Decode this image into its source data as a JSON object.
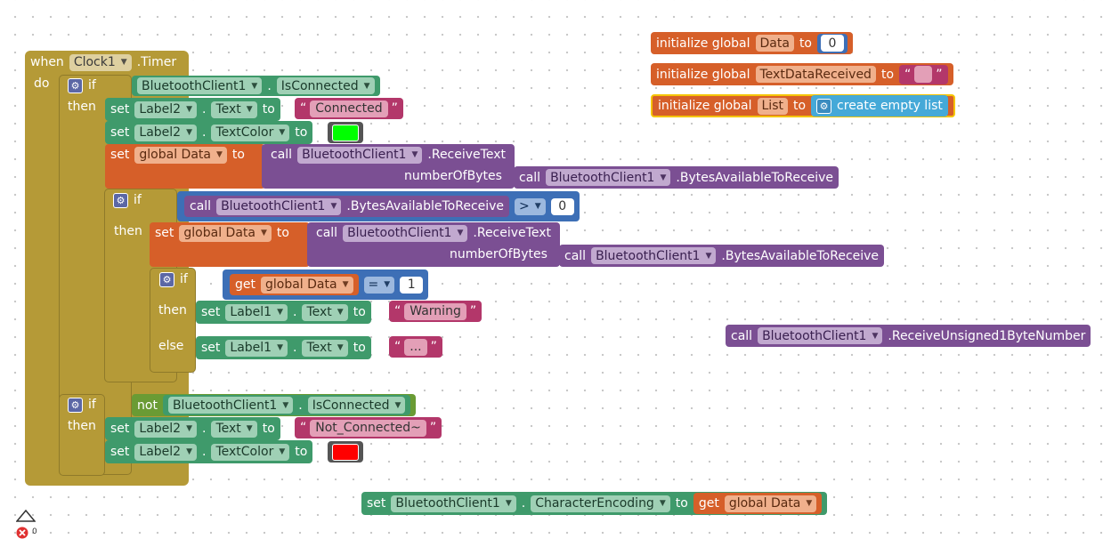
{
  "timer_event": {
    "when": "when",
    "component": "Clock1",
    "event": ".Timer",
    "do": "do"
  },
  "if1": {
    "if": "if",
    "then": "then",
    "component": "BluetoothClient1",
    "property": "IsConnected"
  },
  "set_label2_text_connected": {
    "set": "set",
    "component": "Label2",
    "property": "Text",
    "to": "to",
    "value": "Connected"
  },
  "set_label2_color_green": {
    "set": "set",
    "component": "Label2",
    "property": "TextColor",
    "to": "to",
    "color": "#00ff00"
  },
  "set_global_data_1": {
    "set": "set",
    "variable": "global Data",
    "to": "to",
    "call": "call",
    "component": "BluetoothClient1",
    "method": ".ReceiveText",
    "param": "numberOfBytes",
    "arg_call": "call",
    "arg_component": "BluetoothClient1",
    "arg_method": ".BytesAvailableToReceive"
  },
  "if2": {
    "if": "if",
    "then": "then",
    "call": "call",
    "component": "BluetoothClient1",
    "method": ".BytesAvailableToReceive",
    "operator": ">",
    "value": "0"
  },
  "set_global_data_2": {
    "set": "set",
    "variable": "global Data",
    "to": "to",
    "call": "call",
    "component": "BluetoothClient1",
    "method": ".ReceiveText",
    "param": "numberOfBytes",
    "arg_call": "call",
    "arg_component": "BluetoothClient1",
    "arg_method": ".BytesAvailableToReceive"
  },
  "if3": {
    "if": "if",
    "then": "then",
    "else": "else",
    "get": "get",
    "variable": "global Data",
    "operator": "=",
    "value": "1"
  },
  "set_label1_warning": {
    "set": "set",
    "component": "Label1",
    "property": "Text",
    "to": "to",
    "value": "Warning"
  },
  "set_label1_dots": {
    "set": "set",
    "component": "Label1",
    "property": "Text",
    "to": "to",
    "value": "..."
  },
  "if4": {
    "if": "if",
    "then": "then",
    "not": "not",
    "component": "BluetoothClient1",
    "property": "IsConnected"
  },
  "set_label2_text_notconnected": {
    "set": "set",
    "component": "Label2",
    "property": "Text",
    "to": "to",
    "value": "Not_Connected~"
  },
  "set_label2_color_red": {
    "set": "set",
    "component": "Label2",
    "property": "TextColor",
    "to": "to",
    "color": "#ff0000"
  },
  "init_data": {
    "label": "initialize global",
    "name": "Data",
    "to": "to",
    "value": "0"
  },
  "init_textdatareceived": {
    "label": "initialize global",
    "name": "TextDataReceived",
    "to": "to"
  },
  "init_list": {
    "label": "initialize global",
    "name": "List",
    "to": "to",
    "value": "create empty list"
  },
  "receive_unsigned": {
    "call": "call",
    "component": "BluetoothClient1",
    "method": ".ReceiveUnsigned1ByteNumber"
  },
  "set_encoding": {
    "set": "set",
    "component": "BluetoothClient1",
    "property": "CharacterEncoding",
    "to": "to",
    "get": "get",
    "variable": "global Data"
  },
  "warning_badge": {
    "count": "0"
  }
}
